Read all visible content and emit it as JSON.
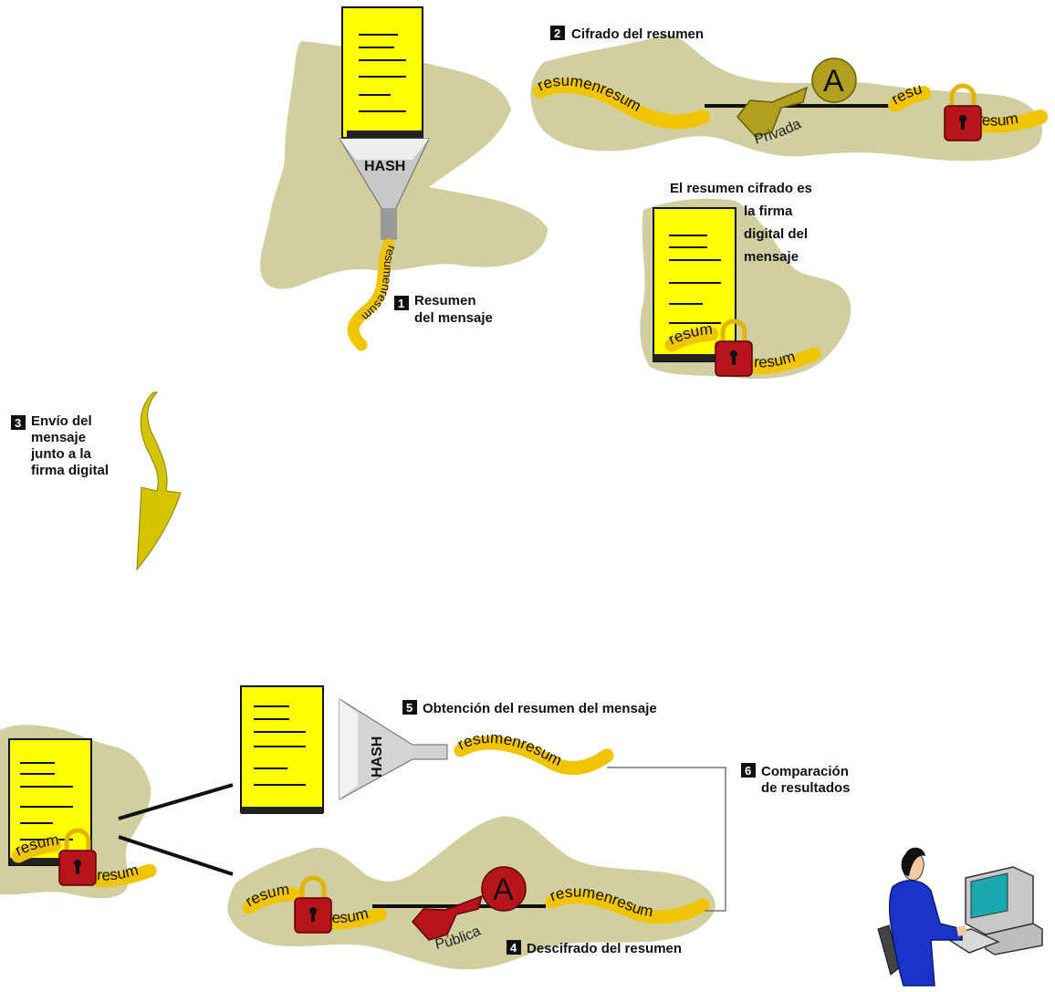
{
  "steps": {
    "s1": {
      "num": "1",
      "line1": "Resumen",
      "line2": "del mensaje"
    },
    "s2": {
      "num": "2",
      "text": "Cifrado del resumen"
    },
    "s3": {
      "num": "3",
      "line1": "Envío del",
      "line2": "mensaje",
      "line3": "junto a la",
      "line4": "firma digital"
    },
    "s4": {
      "num": "4",
      "text": "Descifrado del resumen"
    },
    "s5": {
      "num": "5",
      "text": "Obtención del resumen del mensaje"
    },
    "s6": {
      "num": "6",
      "line1": "Comparación",
      "line2": "de resultados"
    }
  },
  "note": {
    "line1": "El resumen cifrado es",
    "line2": "la firma",
    "line3": "digital del",
    "line4": "mensaje"
  },
  "labels": {
    "hash": "HASH",
    "private_key": "Privada",
    "public_key": "Pública",
    "key_letter": "A"
  },
  "wave_text": {
    "full": "resumenresum",
    "split_a": "resum",
    "split_b": "resum",
    "vertical": "resumenresum"
  },
  "colors": {
    "blob": "#d1cfa0",
    "doc": "#ffff00",
    "wave": "#f0c400",
    "lock": "#b8141c",
    "key": "#b0a01e",
    "arrow": "#d4c400"
  }
}
